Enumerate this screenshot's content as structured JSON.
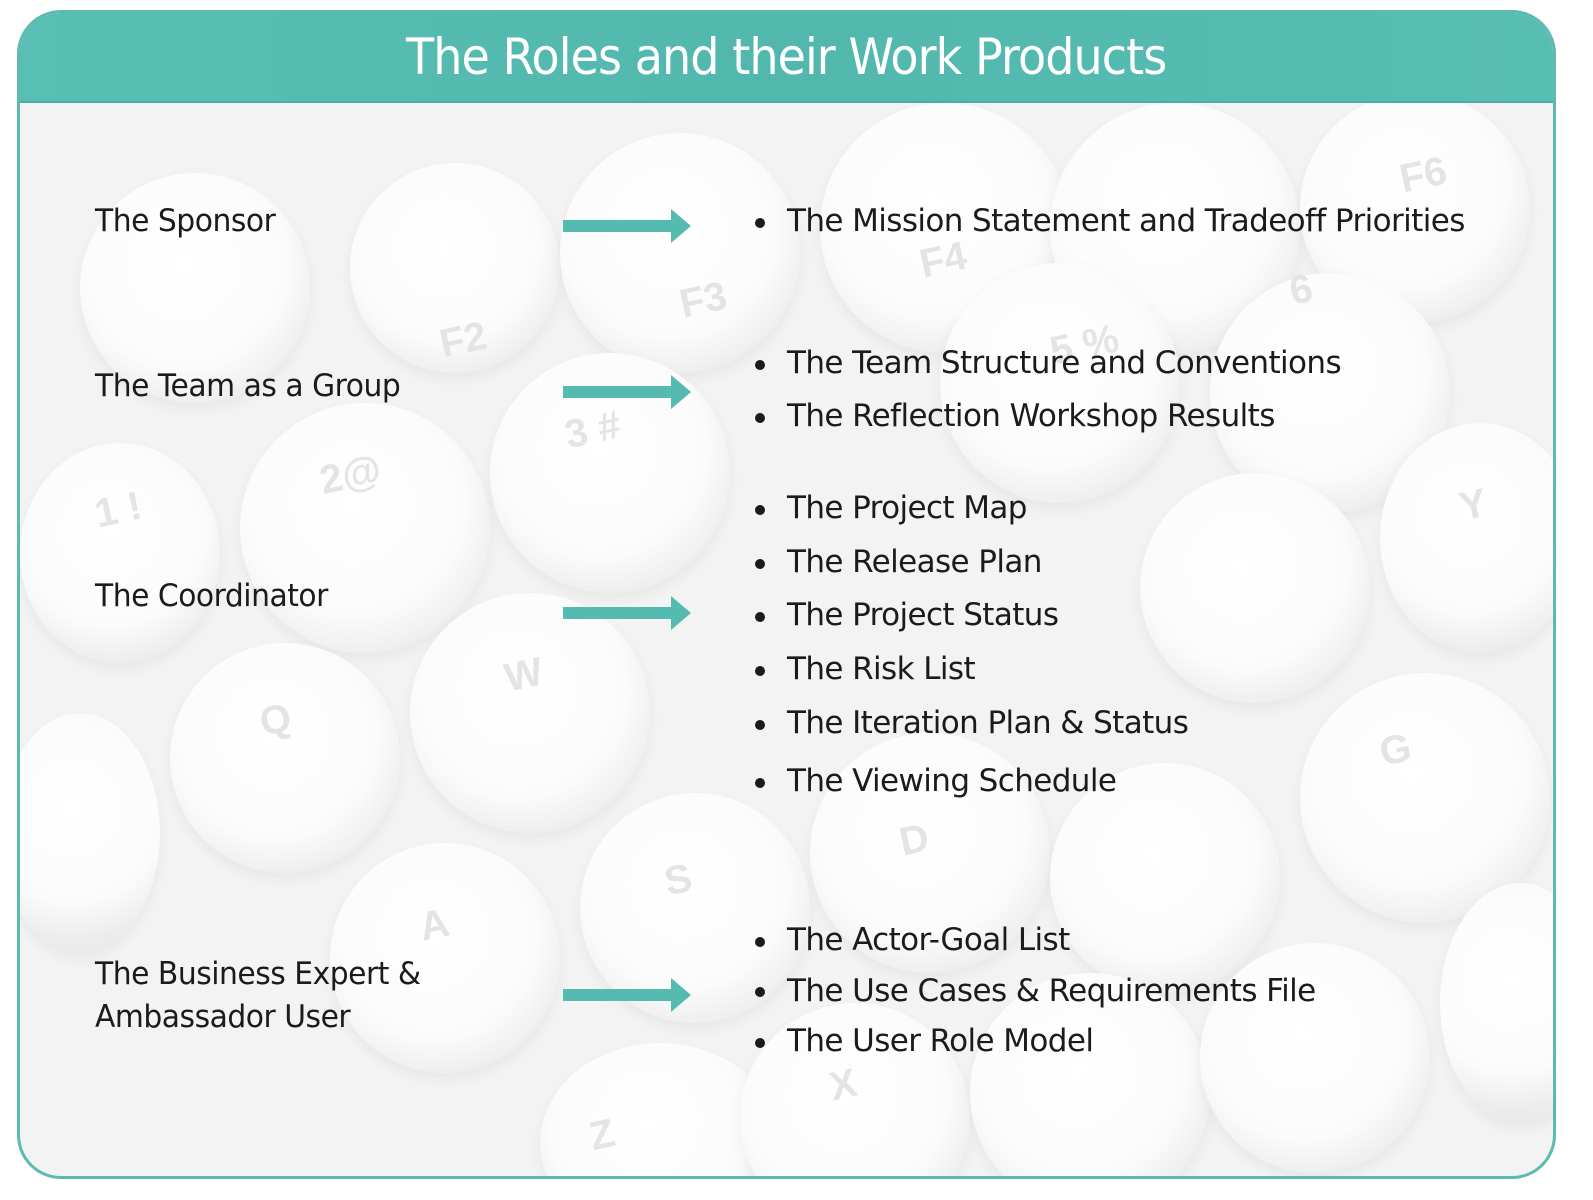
{
  "title": "The Roles and their Work Products",
  "colors": {
    "accent": "#5dbab1",
    "header_bg": "#55bbb1",
    "text": "#1b1b1b",
    "arrow": "#55bbb1"
  },
  "arrow_icon": "right-arrow-icon",
  "rows": [
    {
      "role": "The Sponsor",
      "products": [
        "The Mission Statement and Tradeoff Priorities"
      ]
    },
    {
      "role": "The Team as a Group",
      "products": [
        "The Team Structure and Conventions",
        "The Reflection Workshop Results"
      ]
    },
    {
      "role": "The Coordinator",
      "products": [
        "The Project Map",
        "The Release Plan",
        "The Project Status",
        "The Risk List",
        "The Iteration Plan & Status",
        "The Viewing Schedule"
      ]
    },
    {
      "role_line1": "The Business Expert &",
      "role_line2": "Ambassador User",
      "products": [
        "The Actor-Goal List",
        "The Use Cases & Requirements File",
        "The User Role Model"
      ]
    }
  ]
}
